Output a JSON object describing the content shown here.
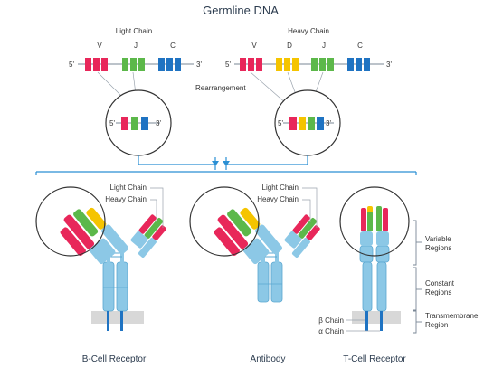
{
  "title": "Germline DNA",
  "light_chain": {
    "label": "Light Chain",
    "segments": [
      "V",
      "J",
      "C"
    ],
    "five_prime": "5'",
    "three_prime": "3'"
  },
  "heavy_chain": {
    "label": "Heavy Chain",
    "segments": [
      "V",
      "D",
      "J",
      "C"
    ],
    "five_prime": "5'",
    "three_prime": "3'"
  },
  "rearrangement_label": "Rearrangement",
  "bcr": {
    "light_chain_label": "Light Chain",
    "heavy_chain_label": "Heavy Chain",
    "caption": "B-Cell Receptor"
  },
  "antibody": {
    "light_chain_label": "Light Chain",
    "heavy_chain_label": "Heavy Chain",
    "caption": "Antibody"
  },
  "tcr": {
    "caption": "T-Cell Receptor",
    "beta_label": "β Chain",
    "alpha_label": "α Chain"
  },
  "regions": {
    "variable": [
      "Variable",
      "Regions"
    ],
    "constant": [
      "Constant",
      "Regions"
    ],
    "transmembrane": [
      "Transmembrane",
      "Region"
    ]
  },
  "colors": {
    "V": "#e8275a",
    "D": "#f5c400",
    "J": "#5cb84a",
    "C": "#1f73c2",
    "constant_light": "#8cc8e6",
    "arrow": "#2a8fd4",
    "membrane": "#d8d8d8"
  }
}
